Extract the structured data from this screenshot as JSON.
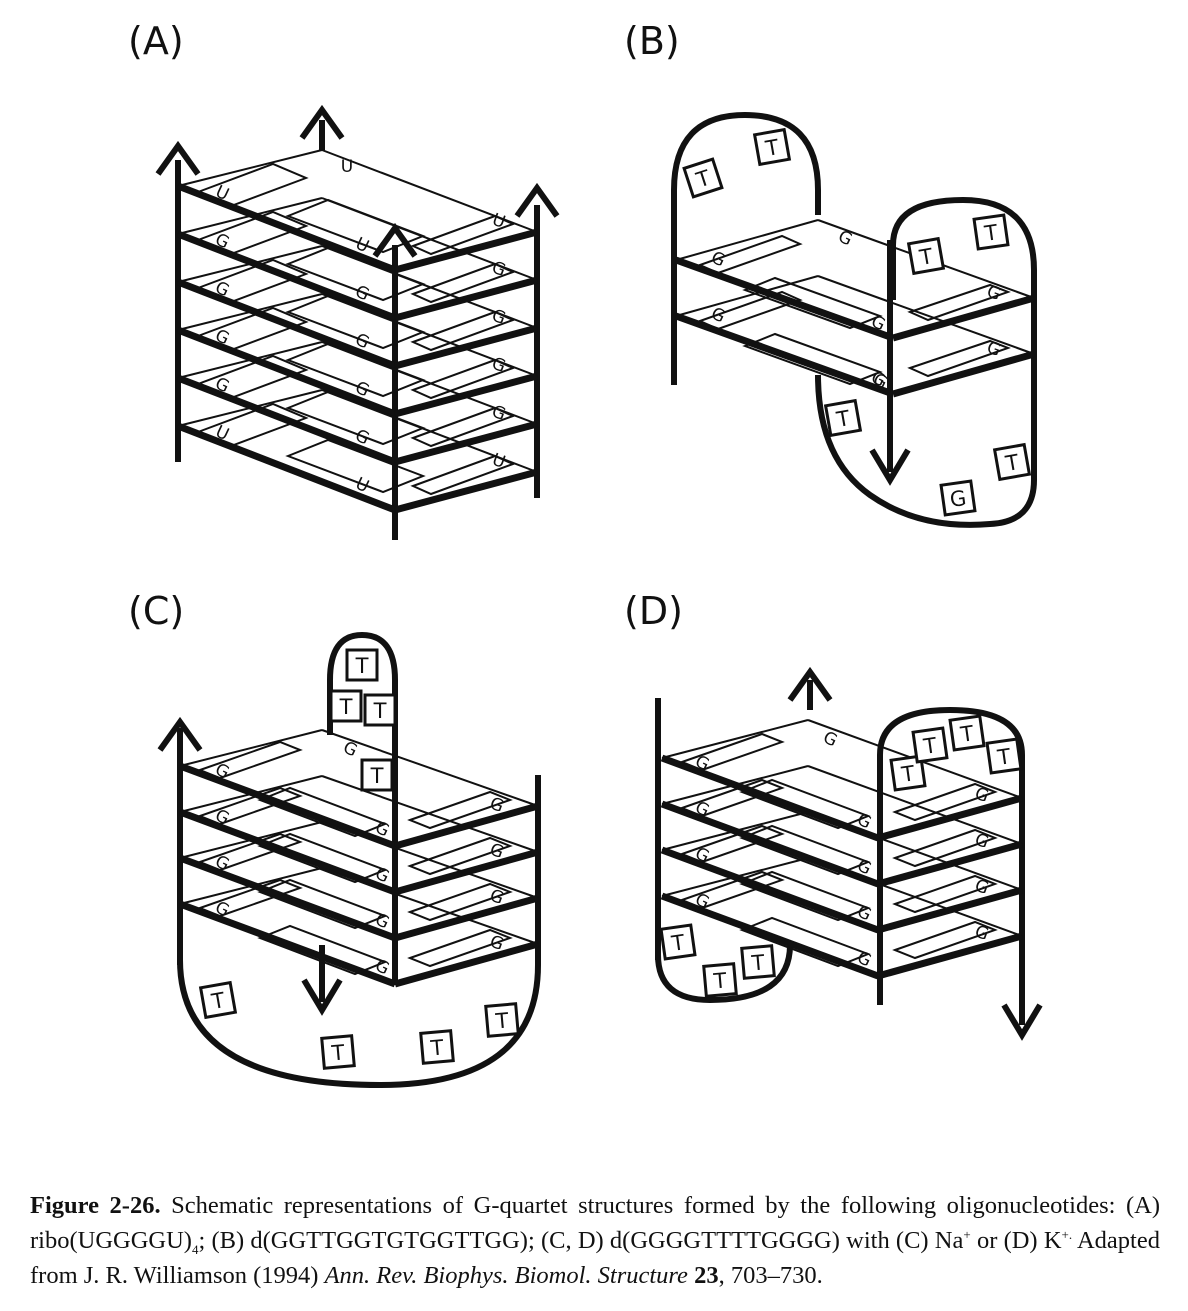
{
  "panels": {
    "a": {
      "label": "(A)",
      "bases": [
        "U",
        "G",
        "G",
        "G",
        "G",
        "U"
      ]
    },
    "b": {
      "label": "(B)",
      "base_g": "G",
      "base_t": "T"
    },
    "c": {
      "label": "(C)",
      "base_g": "G",
      "base_t": "T"
    },
    "d": {
      "label": "(D)",
      "base_g": "G",
      "base_t": "T"
    }
  },
  "caption": {
    "fig_label": "Figure 2-26.",
    "text_1": " Schematic representations of G-quartet structures formed by the following oligonucleotides: (A) ribo(UGGGGU)",
    "sub_4": "4",
    "text_2": "; (B) d(GGTTGGTGTGGTTGG); (C, D) d(GGGGTTTTGGGG) with (C) Na",
    "sup_plus": "+",
    "text_3": " or (D) K",
    "sup_plus_dot": "+.",
    "text_4": " Adapted from J. R. Williamson (1994) ",
    "journal": "Ann. Rev. Biophys. Biomol. Structure",
    "text_5": " ",
    "volume": "23",
    "text_6": ", 703–730."
  },
  "colors": {
    "ink": "#111111",
    "background": "#ffffff"
  }
}
